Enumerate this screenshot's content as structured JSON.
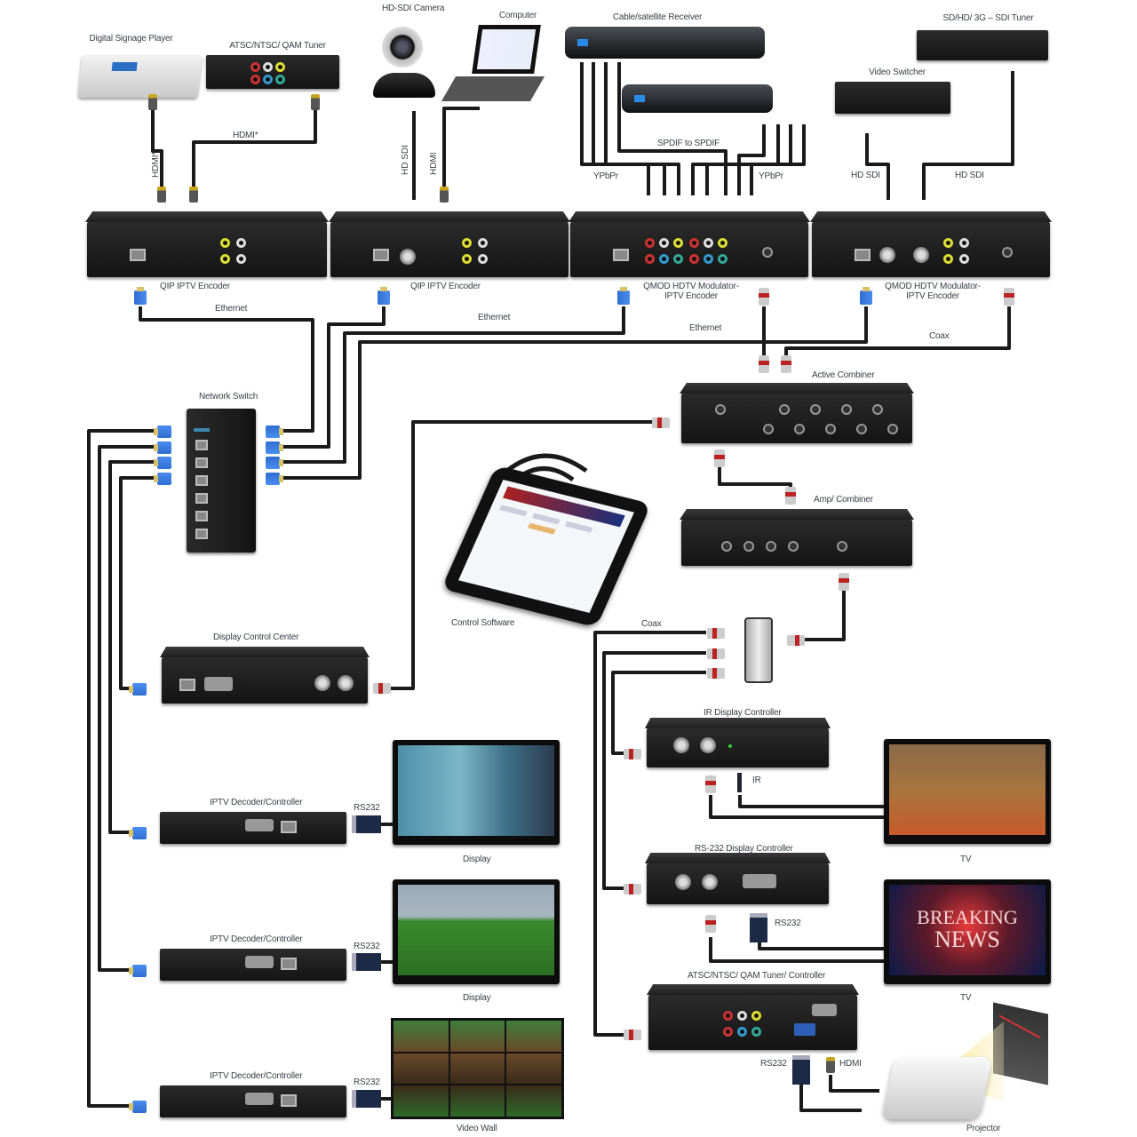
{
  "diagram": {
    "sources": {
      "digital_signage_player": "Digital Signage Player",
      "atsc_tuner": "ATSC/NTSC/ QAM Tuner",
      "hdsdi_camera": "HD-SDI Camera",
      "computer": "Computer",
      "cable_receiver": "Cable/satellite Receiver",
      "sdi_tuner": "SD/HD/ 3G – SDI Tuner",
      "video_switcher": "Video Switcher"
    },
    "cable_labels": {
      "hdmi_star_v": "HDMI*",
      "hdmi_star_h": "HDMI*",
      "hdsdi_v": "HD SDI",
      "hdmi_v": "HDMI",
      "spdif": "SPDIF to SPDIF",
      "ypbpr_left": "YPbPr",
      "ypbpr_right": "YPbPr",
      "hd_sdi_left": "HD SDI",
      "hd_sdi_right": "HD SDI",
      "ethernet_1": "Ethernet",
      "ethernet_2": "Ethernet",
      "ethernet_3": "Ethernet",
      "coax_top": "Coax",
      "coax_mid": "Coax",
      "ir": "IR",
      "rs232_1": "RS232",
      "rs232_2": "RS232",
      "rs232_3": "RS232",
      "rs232_4": "RS232",
      "rs232_5": "RS232",
      "hdmi_proj": "HDMI"
    },
    "encoders": {
      "qip_1": "QIP IPTV Encoder",
      "qip_2": "QIP IPTV Encoder",
      "qmod_1": "QMOD HDTV Modulator-IPTV Encoder",
      "qmod_2": "QMOD HDTV Modulator-IPTV Encoder"
    },
    "network": {
      "switch": "Network Switch",
      "active_combiner": "Active Combiner",
      "amp_combiner": "Amp/ Combiner",
      "control_software": "Control Software",
      "display_control_center": "Display Control Center"
    },
    "endpoints": {
      "decoder_1": "IPTV Decoder/Controller",
      "decoder_2": "IPTV Decoder/Controller",
      "decoder_3": "IPTV Decoder/Controller",
      "display_1": "Display",
      "display_2": "Display",
      "video_wall": "Video Wall",
      "ir_controller": "IR Display Controller",
      "rs232_controller": "RS-232 Display Controller",
      "tuner_controller": "ATSC/NTSC/ QAM Tuner/ Controller",
      "tv_1": "TV",
      "tv_2": "TV",
      "projector": "Projector",
      "breaking_news_1": "BREAKING",
      "breaking_news_2": "NEWS"
    }
  },
  "colors": {
    "cable": "#1a1a1a",
    "ethernet_connector": "#2f6fd0",
    "coax_band": "#b22222",
    "hdmi_tip": "#c9a622",
    "label_text": "#3a3f47",
    "device_body": "#1b1b1b"
  }
}
